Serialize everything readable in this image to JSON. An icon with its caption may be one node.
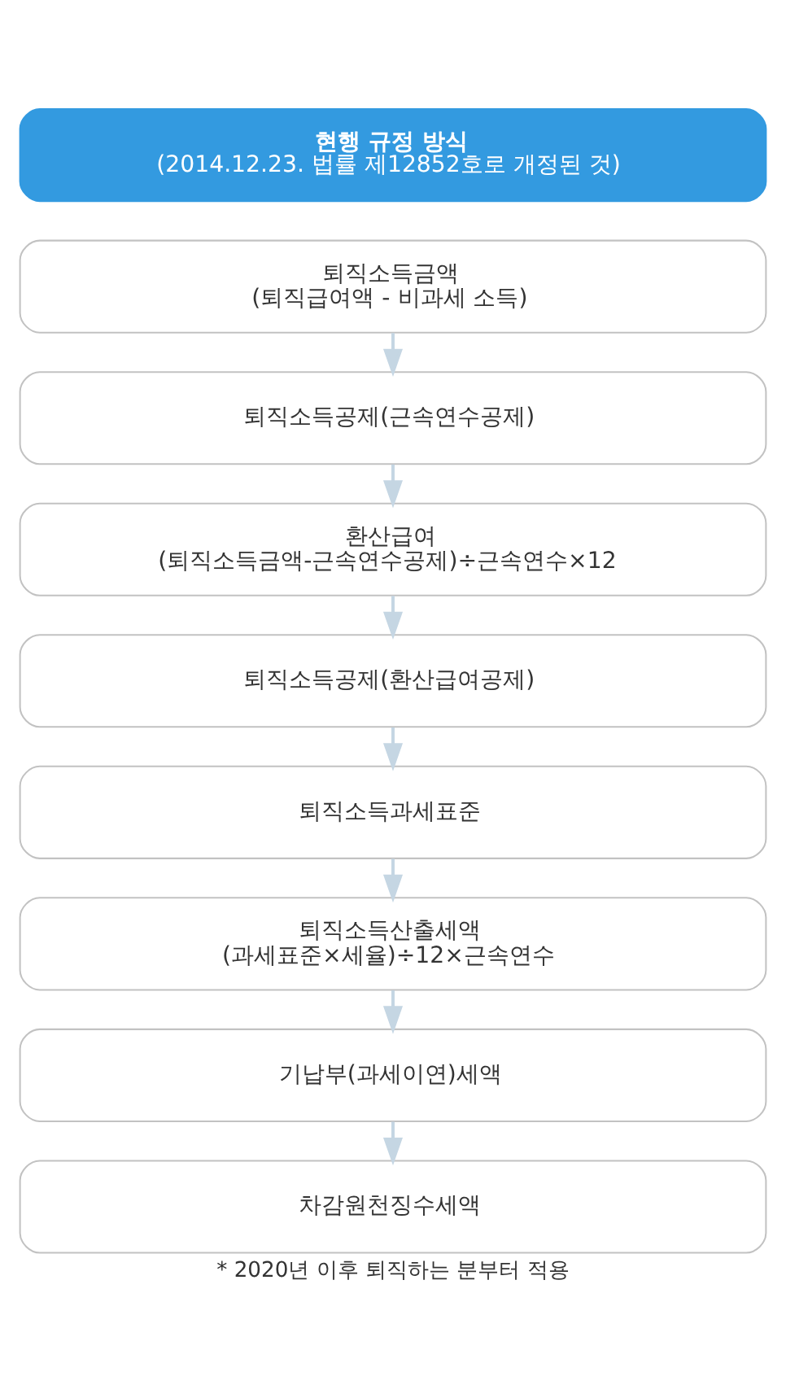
{
  "diagram": {
    "caption": "* 2020년 이후 퇴직하는 분부터 적용",
    "nodes": [
      {
        "text": [
          "현행 규정 방식",
          "(2014.12.23. 법률 제12852호로 개정된 것)"
        ]
      },
      {
        "text": [
          "퇴직소득금액",
          "(퇴직급여액 - 비과세 소득)"
        ]
      },
      {
        "text": [
          "퇴직소득공제(근속연수공제)"
        ]
      },
      {
        "text": [
          "환산급여",
          "(퇴직소득금액-근속연수공제)÷근속연수×12"
        ]
      },
      {
        "text": [
          "퇴직소득공제(환산급여공제)"
        ]
      },
      {
        "text": [
          "퇴직소득과세표준"
        ]
      },
      {
        "text": [
          "퇴직소득산출세액",
          "(과세표준×세율)÷12×근속연수"
        ]
      },
      {
        "text": [
          "기납부(과세이연)세액"
        ]
      },
      {
        "text": [
          "차감원천징수세액"
        ]
      }
    ],
    "edges": [
      {
        "from": 1,
        "to": 2,
        "arrow": "to"
      },
      {
        "from": 2,
        "to": 3,
        "arrow": "to"
      },
      {
        "from": 3,
        "to": 4,
        "arrow": "to"
      },
      {
        "from": 4,
        "to": 5,
        "arrow": "to"
      },
      {
        "from": 5,
        "to": 6,
        "arrow": "to"
      },
      {
        "from": 6,
        "to": 7,
        "arrow": "to"
      },
      {
        "from": 7,
        "to": 8,
        "arrow": "to"
      }
    ]
  }
}
